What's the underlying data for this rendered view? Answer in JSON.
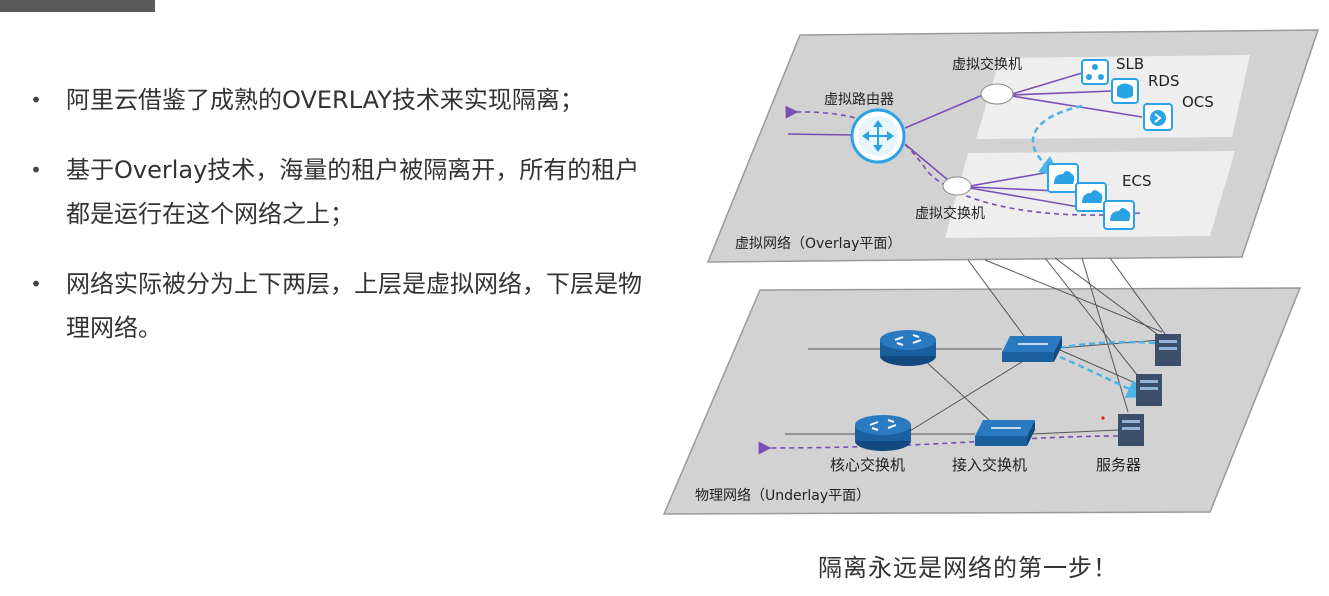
{
  "bullets": [
    {
      "text": "阿里云借鉴了成熟的OVERLAY技术来实现隔离；"
    },
    {
      "text": "基于Overlay技术，海量的租户被隔离开，所有的租户都是运行在这个网络之上；"
    },
    {
      "text": "网络实际被分为上下两层，上层是虚拟网络，下层是物理网络。"
    }
  ],
  "diagram": {
    "overlay_plane_label": "虚拟网络（Overlay平面）",
    "underlay_plane_label": "物理网络（Underlay平面）",
    "virtual_router_label": "虚拟路由器",
    "virtual_switch_top_label": "虚拟交换机",
    "virtual_switch_bottom_label": "虚拟交换机",
    "service_labels": {
      "slb": "SLB",
      "rds": "RDS",
      "ocs": "OCS",
      "ecs": "ECS"
    },
    "core_switch_label": "核心交换机",
    "access_switch_label": "接入交换机",
    "server_label": "服务器",
    "colors": {
      "plane_fill": "#d2d2d2",
      "plane_stroke": "#9a9a9a",
      "panel_fill": "#eeeeee",
      "device_blue": "#1a5f9e",
      "cloud_blue": "#2aa3e6",
      "purple": "#7a4fb5",
      "cyan_dash": "#4bb4e6"
    }
  },
  "caption": "隔离永远是网络的第一步！"
}
